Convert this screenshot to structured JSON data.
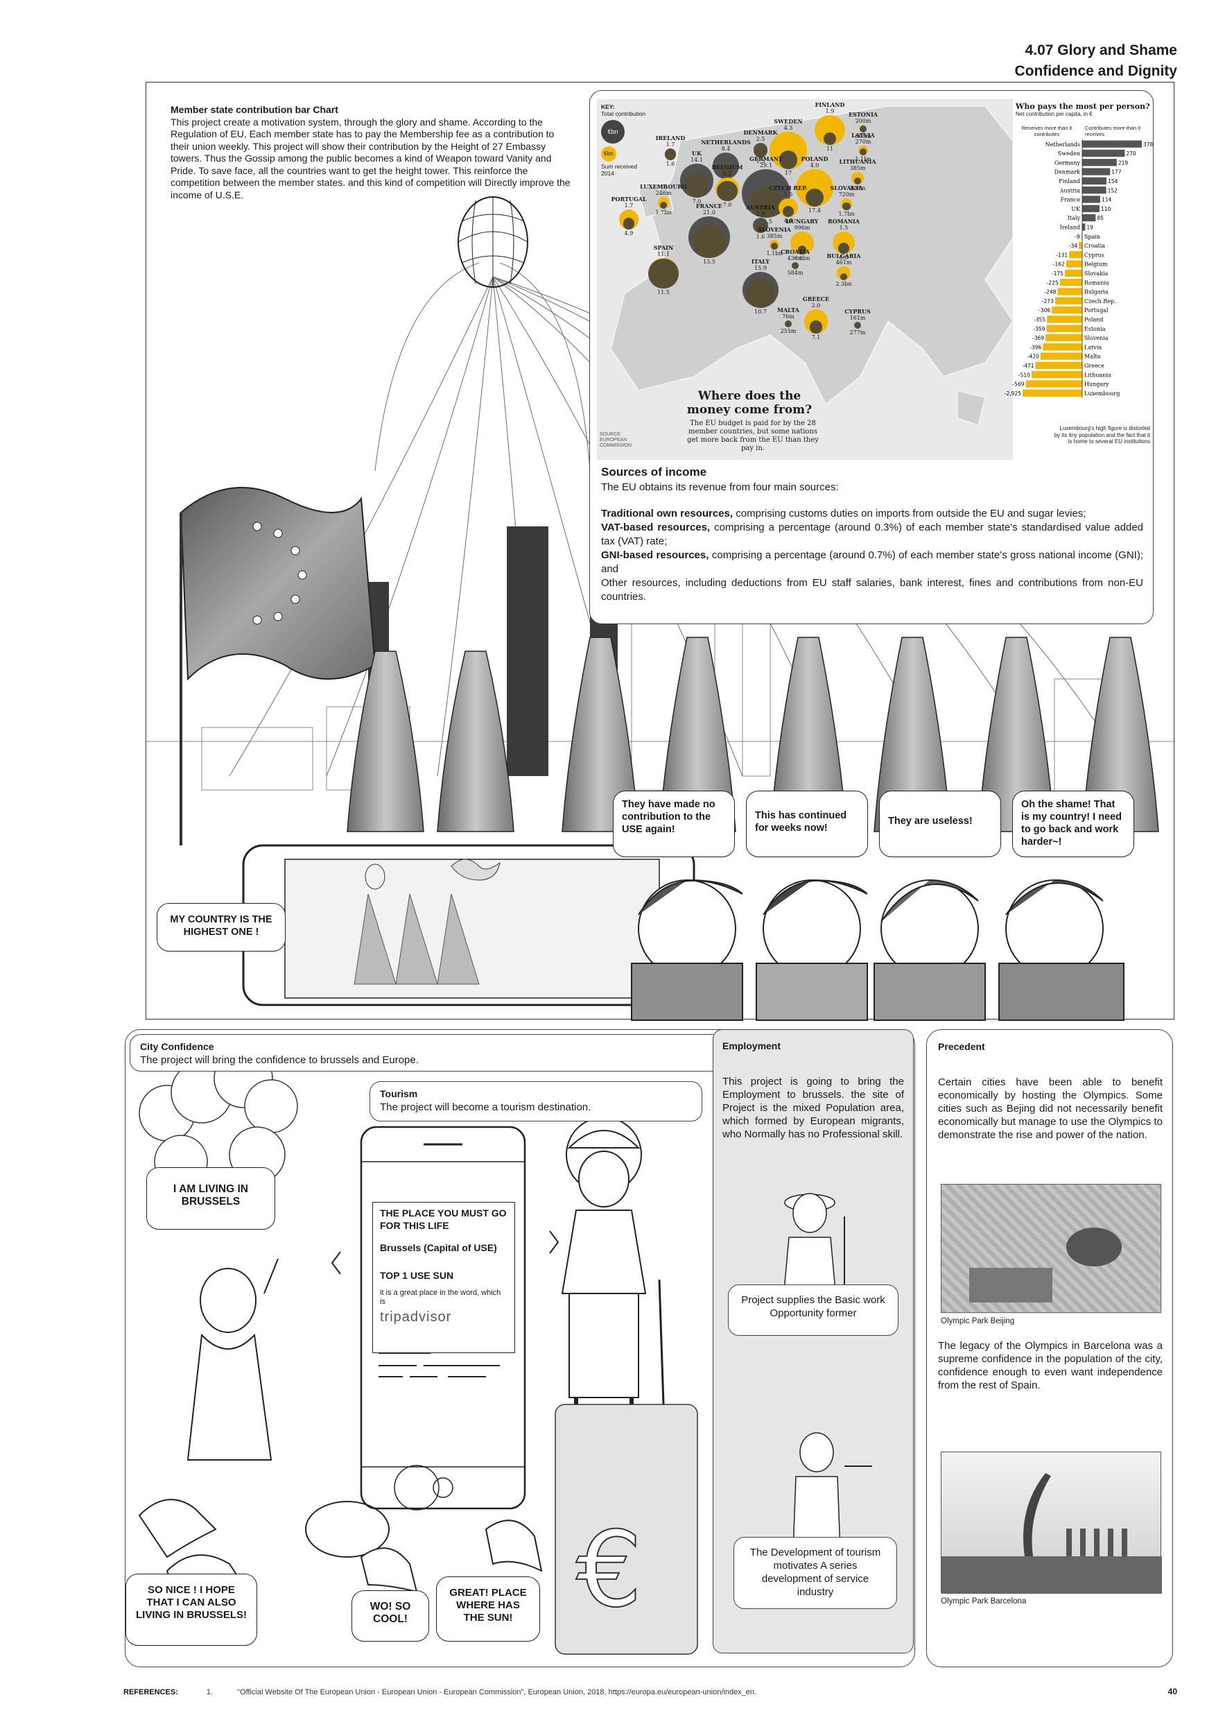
{
  "header": {
    "line1": "4.07 Glory and Shame",
    "line2": "Confidence and Dignity"
  },
  "intro": {
    "title": "Member state contribution bar Chart",
    "body": "This project create a motivation system, through the glory and shame. According to the Regulation of  EU, Each member state has to pay the Membership fee as a contribution to their union weekly. This project will show their contribution by the Height of 27 Embassy towers. Thus the Gossip among the public becomes a kind of Weapon toward Vanity and Pride. To save face, all the countries want to get the  height tower. This reinforce the competition between the member states. and this kind of competition will Directly improve the income of U.S.E."
  },
  "map": {
    "key_title": "KEY:",
    "key_total": "Total contribution",
    "key_sum": "Sum received 2014",
    "key_big": "€bn",
    "key_small": "€bn",
    "headline1": "Where does the",
    "headline2": "money come from?",
    "subline": "The EU budget is paid for by the 28 member countries, but some nations get more back from the EU than they pay in.",
    "source": "SOURCE: EUROPEAN COMMISSION",
    "countries": [
      {
        "name": "FINLAND",
        "paid": "1.9",
        "got": "11"
      },
      {
        "name": "SWEDEN",
        "paid": "4.3",
        "got": "17"
      },
      {
        "name": "ESTONIA",
        "paid": "200m",
        "got": "668m"
      },
      {
        "name": "LATVIA",
        "paid": "270m",
        "got": "1.1bn"
      },
      {
        "name": "LITHUANIA",
        "paid": "385m",
        "got": "1.9bn"
      },
      {
        "name": "DENMARK",
        "paid": "2.5",
        "got": "1.5"
      },
      {
        "name": "IRELAND",
        "paid": "1.7",
        "got": "1.6"
      },
      {
        "name": "NETHERLANDS",
        "paid": "8.4",
        "got": "2.0"
      },
      {
        "name": "UK",
        "paid": "14.1",
        "got": "7.0"
      },
      {
        "name": "BELGIUM",
        "paid": "5.2",
        "got": "7.0"
      },
      {
        "name": "GERMANY",
        "paid": "29.1",
        "got": "11.5"
      },
      {
        "name": "POLAND",
        "paid": "4.0",
        "got": "17.4"
      },
      {
        "name": "LUXEMBOURG",
        "paid": "246m",
        "got": "1.7bn"
      },
      {
        "name": "CZECH REP.",
        "paid": "1.5",
        "got": "4.4"
      },
      {
        "name": "SLOVAKIA",
        "paid": "720m",
        "got": "1.7bn"
      },
      {
        "name": "PORTUGAL",
        "paid": "1.7",
        "got": "4.9"
      },
      {
        "name": "FRANCE",
        "paid": "21.0",
        "got": "13.5"
      },
      {
        "name": "AUSTRIA",
        "paid": "2.9",
        "got": "1.6"
      },
      {
        "name": "HUNGARY",
        "paid": "996m",
        "got": "6.6bn"
      },
      {
        "name": "ROMANIA",
        "paid": "1.5",
        "got": "6.0"
      },
      {
        "name": "SLOVENIA",
        "paid": "385m",
        "got": "1.1bn"
      },
      {
        "name": "SPAIN",
        "paid": "11.1",
        "got": "11.5"
      },
      {
        "name": "CROATIA",
        "paid": "430m",
        "got": "584m"
      },
      {
        "name": "BULGARIA",
        "paid": "461m",
        "got": "2.3bn"
      },
      {
        "name": "ITALY",
        "paid": "15.9",
        "got": "10.7"
      },
      {
        "name": "GREECE",
        "paid": "2.0",
        "got": "7.1"
      },
      {
        "name": "MALTA",
        "paid": "76m",
        "got": "255m"
      },
      {
        "name": "CYPRUS",
        "paid": "161m",
        "got": "277m"
      }
    ]
  },
  "chart_data": {
    "type": "bar",
    "title": "Who pays the most per person?",
    "subtitle": "Net contribution per capita, in €",
    "left_header": "Receives more than it contributes",
    "right_header": "Contributes more than it receives",
    "categories": [
      "Netherlands",
      "Sweden",
      "Germany",
      "Denmark",
      "Finland",
      "Austria",
      "France",
      "UK",
      "Italy",
      "Ireland",
      "Spain",
      "Croatia",
      "Cyprus",
      "Belgium",
      "Slovakia",
      "Romania",
      "Bulgaria",
      "Czech Rep.",
      "Portugal",
      "Poland",
      "Estonia",
      "Slovenia",
      "Latvia",
      "Malta",
      "Greece",
      "Lithuania",
      "Hungary",
      "Luxembourg"
    ],
    "values": [
      378,
      270,
      219,
      177,
      154,
      152,
      114,
      110,
      85,
      19,
      -9,
      -34,
      -131,
      -162,
      -175,
      -225,
      -248,
      -273,
      -306,
      -355,
      -359,
      -369,
      -396,
      -420,
      -471,
      -510,
      -569,
      -2925
    ],
    "labels": [
      "378",
      "270",
      "219",
      "177",
      "154",
      "152",
      "114",
      "110",
      "85",
      "19",
      "-9",
      "-34",
      "-131",
      "-162",
      "-175",
      "-225",
      "-248",
      "-273",
      "-306",
      "-355",
      "-359",
      "-369",
      "-396",
      "-420",
      "-471",
      "-510",
      "-569",
      "-2,925"
    ],
    "note": "Luxembourg's high figure is distorted by its tiny population and the fact that it is home to several EU institutions",
    "colors": {
      "positive": "#555555",
      "negative": "#f2b705"
    }
  },
  "income": {
    "title": "Sources of income",
    "lead": "The EU obtains its revenue from four main sources:",
    "items": [
      {
        "term": "Traditional own resources,",
        "text": " comprising customs duties on imports from outside the EU and sugar levies;"
      },
      {
        "term": "VAT-based resources,",
        "text": " comprising a percentage (around 0.3%) of each member state's standardised value added tax (VAT) rate;"
      },
      {
        "term": "GNI-based resources,",
        "text": " comprising a percentage (around 0.7%) of each member state's gross national income (GNI); and"
      }
    ],
    "other": "Other resources, including deductions from EU staff salaries, bank interest, fines and contributions from non-EU countries."
  },
  "speech": {
    "s1": "They have made no contribution to the USE again!",
    "s2": "This has continued for weeks now!",
    "s3": "They are useless!",
    "s4": "Oh the shame! That is my country! I need to go back and work harder~!",
    "phone": "MY COUNTRY IS THE HIGHEST ONE !"
  },
  "city": {
    "title": "City Confidence",
    "body": "The project will bring the confidence to brussels and Europe.",
    "tourism_title": "Tourism",
    "tourism_body": "The project will become a tourism destination.",
    "living": "I AM LIVING IN BRUSSELS",
    "nice": "SO NICE ! I HOPE THAT  I CAN  ALSO LIVING IN BRUSSELS!",
    "cool": "WO! SO COOL!",
    "great": "GREAT! PLACE WHERE HAS THE SUN!"
  },
  "phone_ad": {
    "l1": "THE PLACE YOU MUST GO FOR THIS LIFE",
    "l2": "Brussels (Capital of USE)",
    "l3": "TOP 1 USE SUN",
    "l4": "it is a great place in the word, which is",
    "brand": "tripadvisor"
  },
  "employment": {
    "title": "Employment",
    "body": "This project is going to bring the Employment to brussels. the site of Project is the mixed Population area, which formed by European migrants, who Normally has no Professional skill.",
    "box1": "Project supplies the Basic work Opportunity former",
    "box2": "The Development of tourism motivates A series development of service industry"
  },
  "precedent": {
    "title": "Precedent",
    "body1": "Certain cities have been able to benefit economically by hosting the Olympics. Some cities such as Bejing did not necessarily benefit economically but manage to use the Olympics to demonstrate the rise and power of the nation.",
    "cap1": "Olympic Park Beijing",
    "body2": "The legacy of the Olympics in Barcelona was a supreme confidence in the population of the city, confidence enough to even want independence from the rest of Spain.",
    "cap2": "Olympic Park Barcelona"
  },
  "footer": {
    "label": "REFERENCES:",
    "num": "1.",
    "ref": "\"Official Website Of The European Union - European Union - European Commission\", European Union, 2018, https://europa.eu/european-union/index_en.",
    "page": "40"
  }
}
